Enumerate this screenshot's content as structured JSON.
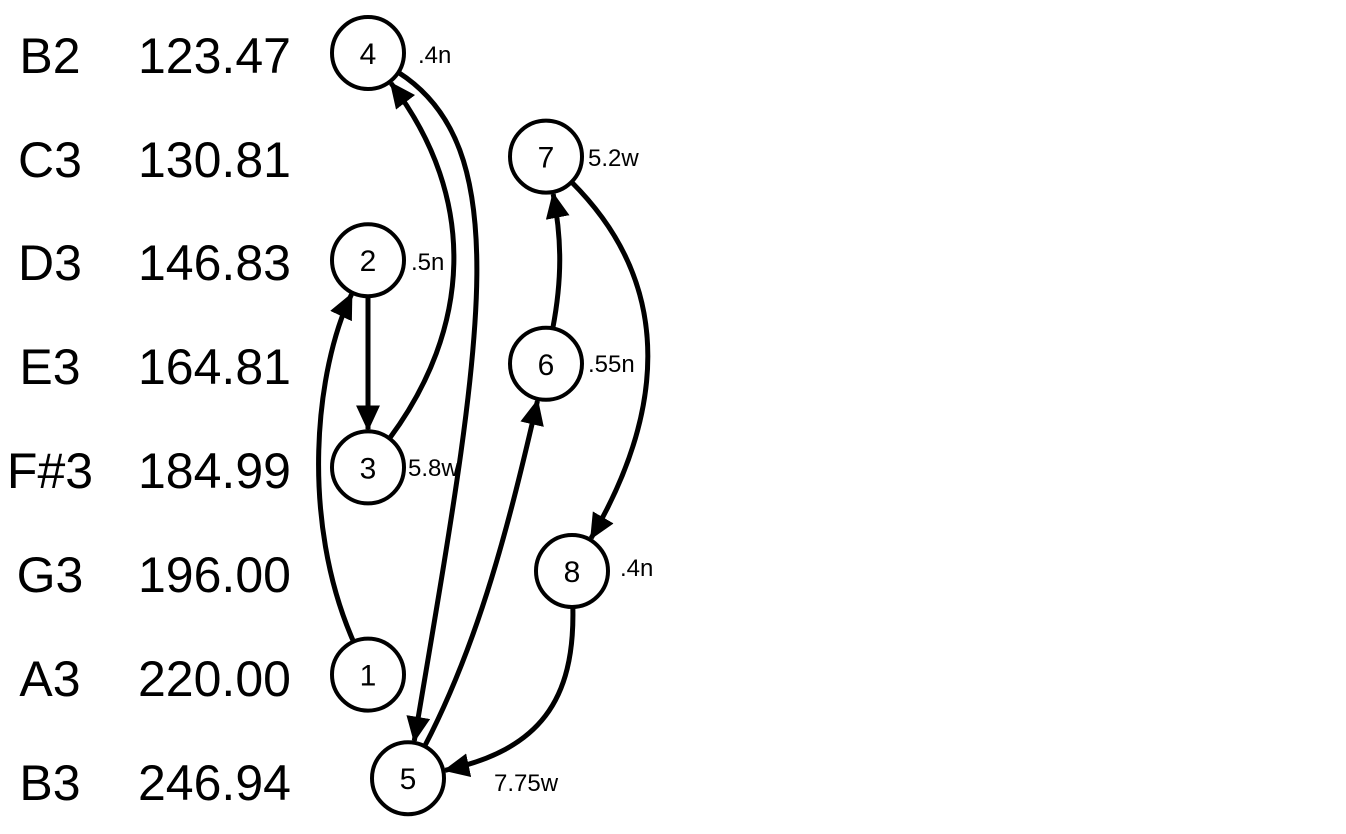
{
  "scale": [
    {
      "note": "B2",
      "freq": "123.47"
    },
    {
      "note": "C3",
      "freq": "130.81"
    },
    {
      "note": "D3",
      "freq": "146.83"
    },
    {
      "note": "E3",
      "freq": "164.81"
    },
    {
      "note": "F#3",
      "freq": "184.99"
    },
    {
      "note": "G3",
      "freq": "196.00"
    },
    {
      "note": "A3",
      "freq": "220.00"
    },
    {
      "note": "B3",
      "freq": "246.94"
    }
  ],
  "nodes": [
    {
      "id": "1",
      "row": 6,
      "label": ""
    },
    {
      "id": "2",
      "row": 2,
      "label": ".5n"
    },
    {
      "id": "3",
      "row": 4,
      "label": "5.8w"
    },
    {
      "id": "4",
      "row": 0,
      "label": ".4n"
    },
    {
      "id": "5",
      "row": 7,
      "label": "7.75w"
    },
    {
      "id": "6",
      "row": 3,
      "label": ".55n"
    },
    {
      "id": "7",
      "row": 1,
      "label": "5.2w"
    },
    {
      "id": "8",
      "row": 5,
      "label": ".4n"
    }
  ],
  "edges": [
    {
      "from": "1",
      "to": "2"
    },
    {
      "from": "2",
      "to": "3"
    },
    {
      "from": "3",
      "to": "4"
    },
    {
      "from": "4",
      "to": "5"
    },
    {
      "from": "5",
      "to": "6"
    },
    {
      "from": "6",
      "to": "7"
    },
    {
      "from": "7",
      "to": "8"
    },
    {
      "from": "8",
      "to": "5"
    }
  ],
  "colors": {
    "stroke": "#000000",
    "background": "#ffffff"
  }
}
